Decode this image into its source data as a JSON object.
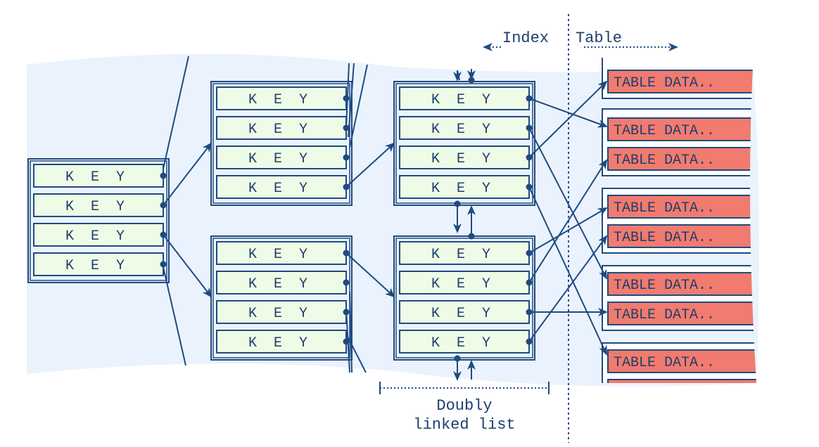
{
  "index_label": "Index",
  "table_label": "Table",
  "doubly_linked_list_label": [
    "Doubly",
    "linked list"
  ],
  "key_label": "K E Y",
  "table_data_label": "TABLE DATA..",
  "colors": {
    "background_region": "#eaf3fd",
    "stroke": "#1f4a80",
    "key_fill": "#eefbe6",
    "table_fill": "#f07b6e",
    "text": "#1e3d6e"
  }
}
